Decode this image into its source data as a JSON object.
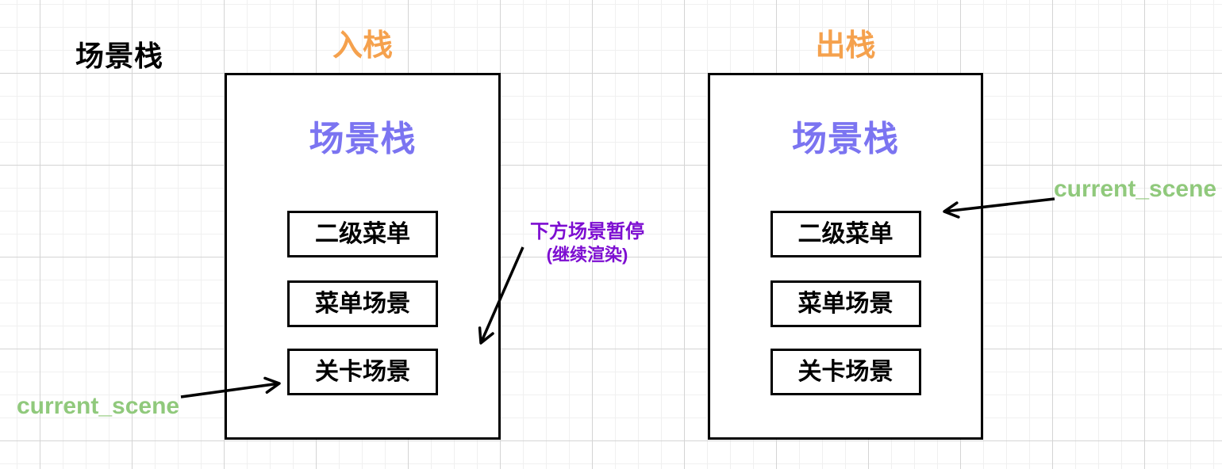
{
  "page": {
    "title": "场景栈"
  },
  "columns": {
    "push_label": "入栈",
    "pop_label": "出栈"
  },
  "stacks": {
    "left": {
      "title": "场景栈",
      "items": [
        {
          "label": "二级菜单"
        },
        {
          "label": "菜单场景"
        },
        {
          "label": "关卡场景"
        }
      ]
    },
    "right": {
      "title": "场景栈",
      "items": [
        {
          "label": "二级菜单"
        },
        {
          "label": "菜单场景"
        },
        {
          "label": "关卡场景"
        }
      ]
    }
  },
  "annotations": {
    "pause_note": {
      "line1": "下方场景暂停",
      "line2": "(继续渲染)"
    },
    "current_scene_left": "current_scene",
    "current_scene_right": "current_scene"
  },
  "colors": {
    "column_label_orange": "#f5a14d",
    "stack_title_purple": "#7b74f1",
    "note_purple": "#7d0ed1",
    "current_scene_green": "#90c97c",
    "line_black": "#000000"
  }
}
